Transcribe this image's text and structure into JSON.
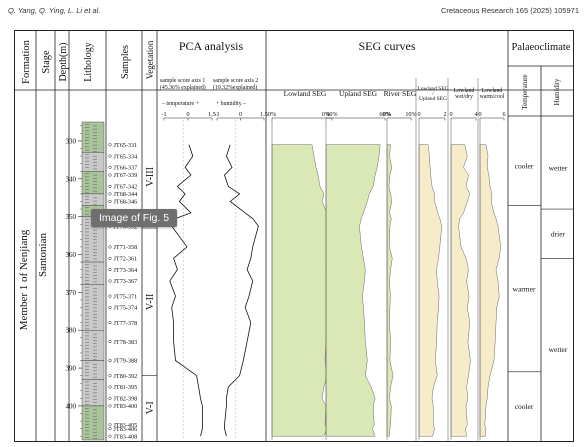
{
  "header": {
    "authors": "Q. Yang, Q. Ying, L. Li et al.",
    "journal": "Cretaceous Research 165 (2025) 105971"
  },
  "tooltip": "Image of Fig. 5",
  "columns": {
    "formation": "Formation",
    "stage": "Stage",
    "depth": "Depth(m)",
    "lithology": "Lithology",
    "samples": "Samples",
    "vegetation": "Vegetation",
    "pca": "PCA analysis",
    "seg": "SEG curves",
    "palaeo": "Palaeoclimate"
  },
  "formation_value": "Member 1 of Nenjiang",
  "stage_value": "Santonian",
  "pca_axes": {
    "axis1_line1": "sample score axis 1",
    "axis1_line2": "(45.36% explained)",
    "axis2_line1": "sample score axis 2",
    "axis2_line2": "(19.32%explained)",
    "axis1_hint": "– temperature +",
    "axis2_hint": "+ humidity –",
    "axis1_ticks": [
      "-1",
      "0",
      "1.5"
    ],
    "axis2_ticks": [
      "-1",
      "0",
      "1.5"
    ]
  },
  "seg_headers": {
    "lowland": "Lowland SEG",
    "upland": "Upland SEG",
    "river": "River SEG",
    "ratio_line1": "Lowland SEG",
    "ratio_line2": "/",
    "ratio_line3": "Upland SEG",
    "wetdry_line1": "Lowland",
    "wetdry_line2": "wet/dry",
    "warmcool_line1": "Lowland",
    "warmcool_line2": "warm/cool"
  },
  "seg_ticks": {
    "lowland": [
      "0%",
      "60%"
    ],
    "upland": [
      "0%",
      "60%"
    ],
    "river": [
      "0%",
      "10%"
    ],
    "ratio": [
      "0",
      "2"
    ],
    "wetdry": [
      "0",
      "4"
    ],
    "warmcool": [
      "0",
      "6"
    ]
  },
  "palaeo_headers": {
    "temperature": "Temperature",
    "humidity": "Humidity"
  },
  "temperature_zones": [
    {
      "label": "cooler",
      "from": 326,
      "to": 347
    },
    {
      "label": "warmer",
      "from": 347,
      "to": 391
    },
    {
      "label": "cooler",
      "from": 391,
      "to": 409
    }
  ],
  "humidity_zones": [
    {
      "label": "wetter",
      "from": 326,
      "to": 348
    },
    {
      "label": "drier",
      "from": 348,
      "to": 361
    },
    {
      "label": "wetter",
      "from": 361,
      "to": 409
    }
  ],
  "vegetation_zones": [
    {
      "label": "V-III",
      "from": 326,
      "to": 353
    },
    {
      "label": "V-II",
      "from": 353,
      "to": 392
    },
    {
      "label": "V-I",
      "from": 392,
      "to": 409
    }
  ],
  "depth_ticks": [
    330,
    340,
    350,
    360,
    370,
    380,
    390,
    400
  ],
  "samples": [
    {
      "name": "JT65-331",
      "depth": 331
    },
    {
      "name": "JT65-334",
      "depth": 334
    },
    {
      "name": "JT66-337",
      "depth": 337
    },
    {
      "name": "JT67-339",
      "depth": 339
    },
    {
      "name": "JT67-342",
      "depth": 342
    },
    {
      "name": "JT68-344",
      "depth": 344
    },
    {
      "name": "JT68-346",
      "depth": 346
    },
    {
      "name": "JT69-349",
      "depth": 349
    },
    {
      "name": "JT69-350",
      "depth": 350.5
    },
    {
      "name": "JT70-352",
      "depth": 352.5
    },
    {
      "name": "JT71-358",
      "depth": 358
    },
    {
      "name": "JT72-361",
      "depth": 361
    },
    {
      "name": "JT73-364",
      "depth": 364
    },
    {
      "name": "JT73-367",
      "depth": 367
    },
    {
      "name": "JT75-371",
      "depth": 371
    },
    {
      "name": "JT75-374",
      "depth": 374
    },
    {
      "name": "JT77-378",
      "depth": 378
    },
    {
      "name": "JT78-383",
      "depth": 383
    },
    {
      "name": "JT79-388",
      "depth": 388
    },
    {
      "name": "JT80-392",
      "depth": 392
    },
    {
      "name": "JT81-395",
      "depth": 395
    },
    {
      "name": "JT82-398",
      "depth": 398
    },
    {
      "name": "JT83-400",
      "depth": 400
    },
    {
      "name": "JT83-405",
      "depth": 405
    },
    {
      "name": "JT83-406",
      "depth": 406
    },
    {
      "name": "JT83-408",
      "depth": 408
    }
  ],
  "colors": {
    "seg_fill": "#d9e8b5",
    "ratio_fill": "#f7ecc9",
    "litho_sand": "#c9c9c9",
    "litho_green": "#a9c49a"
  },
  "chart_data": [
    {
      "type": "line",
      "name": "PCA axis 1",
      "xlim": [
        -1,
        1.5
      ],
      "depth": [
        331,
        334,
        337,
        339,
        342,
        344,
        346,
        349,
        350.5,
        352.5,
        358,
        361,
        364,
        367,
        371,
        374,
        378,
        383,
        388,
        392,
        395,
        398,
        400,
        405,
        406,
        408
      ],
      "values": [
        0.3,
        0.5,
        0.1,
        0.4,
        -0.3,
        0.1,
        -0.2,
        0.4,
        -0.4,
        -0.6,
        0.2,
        -0.5,
        -0.3,
        -0.7,
        -0.4,
        -0.6,
        -0.5,
        -0.5,
        -0.4,
        0.7,
        0.8,
        0.9,
        1.0,
        1.0,
        1.0,
        0.9
      ]
    },
    {
      "type": "line",
      "name": "PCA axis 2",
      "xlim": [
        -1,
        1.5
      ],
      "depth": [
        331,
        334,
        337,
        339,
        342,
        344,
        346,
        349,
        350.5,
        352.5,
        358,
        361,
        364,
        367,
        371,
        374,
        378,
        383,
        388,
        392,
        395,
        398,
        400,
        405,
        406,
        408
      ],
      "values": [
        -0.3,
        -0.5,
        -0.2,
        -0.6,
        -0.4,
        0.2,
        -0.3,
        0.5,
        0.9,
        1.2,
        0.9,
        0.8,
        0.6,
        0.9,
        0.7,
        0.5,
        0.8,
        0.6,
        0.4,
        0.2,
        -0.4,
        -0.5,
        -0.5,
        -0.6,
        -0.6,
        -0.5
      ]
    },
    {
      "type": "area",
      "name": "Lowland SEG",
      "xlim": [
        0,
        60
      ],
      "depth": [
        331,
        334,
        337,
        339,
        342,
        344,
        346,
        349,
        350.5,
        352.5,
        358,
        361,
        364,
        367,
        371,
        374,
        378,
        383,
        388,
        392,
        395,
        398,
        400,
        405,
        406,
        408
      ],
      "values": [
        40,
        42,
        44,
        46,
        48,
        52,
        50,
        55,
        58,
        60,
        58,
        56,
        54,
        55,
        57,
        56,
        55,
        54,
        53,
        55,
        52,
        50,
        54,
        53,
        55,
        52
      ]
    },
    {
      "type": "area",
      "name": "Upland SEG",
      "xlim": [
        0,
        60
      ],
      "depth": [
        331,
        334,
        337,
        339,
        342,
        344,
        346,
        349,
        350.5,
        352.5,
        358,
        361,
        364,
        367,
        371,
        374,
        378,
        383,
        388,
        392,
        395,
        398,
        400,
        405,
        406,
        408
      ],
      "values": [
        55,
        54,
        52,
        50,
        48,
        44,
        42,
        38,
        36,
        34,
        36,
        38,
        40,
        39,
        37,
        38,
        39,
        40,
        42,
        40,
        46,
        50,
        48,
        49,
        47,
        50
      ]
    },
    {
      "type": "area",
      "name": "River SEG",
      "xlim": [
        0,
        10
      ],
      "depth": [
        331,
        334,
        337,
        339,
        342,
        344,
        346,
        349,
        350.5,
        352.5,
        358,
        361,
        364,
        367,
        371,
        374,
        378,
        383,
        388,
        392,
        395,
        398,
        400,
        405,
        406,
        408
      ],
      "values": [
        1.5,
        1.0,
        2.0,
        1.2,
        0.8,
        1.5,
        2.0,
        1.0,
        1.8,
        1.2,
        1.0,
        2.2,
        1.5,
        1.0,
        1.4,
        1.2,
        1.0,
        1.5,
        1.2,
        2.5,
        1.5,
        1.0,
        1.8,
        1.5,
        1.2,
        1.0
      ]
    },
    {
      "type": "area",
      "name": "Lowland SEG / Upland SEG",
      "xlim": [
        0,
        2
      ],
      "depth": [
        331,
        334,
        337,
        339,
        342,
        344,
        346,
        349,
        350.5,
        352.5,
        358,
        361,
        364,
        367,
        371,
        374,
        378,
        383,
        388,
        392,
        395,
        398,
        400,
        405,
        406,
        408
      ],
      "values": [
        0.7,
        0.8,
        0.85,
        0.9,
        1.0,
        1.2,
        1.2,
        1.45,
        1.6,
        1.75,
        1.6,
        1.5,
        1.35,
        1.4,
        1.55,
        1.5,
        1.4,
        1.35,
        1.25,
        1.4,
        1.1,
        1.0,
        1.1,
        1.1,
        1.2,
        1.05
      ]
    },
    {
      "type": "area",
      "name": "Lowland wet/dry",
      "xlim": [
        0,
        4
      ],
      "depth": [
        331,
        334,
        337,
        339,
        342,
        344,
        346,
        349,
        350.5,
        352.5,
        358,
        361,
        364,
        367,
        371,
        374,
        378,
        383,
        388,
        392,
        395,
        398,
        400,
        405,
        406,
        408
      ],
      "values": [
        2.2,
        2.6,
        2.0,
        2.8,
        2.4,
        3.0,
        2.6,
        2.0,
        1.4,
        1.2,
        1.6,
        2.4,
        2.8,
        2.5,
        2.9,
        2.6,
        3.0,
        2.7,
        3.1,
        2.8,
        2.5,
        2.7,
        2.4,
        2.6,
        2.3,
        2.5
      ]
    },
    {
      "type": "area",
      "name": "Lowland warm/cool",
      "xlim": [
        0,
        6
      ],
      "depth": [
        331,
        334,
        337,
        339,
        342,
        344,
        346,
        349,
        350.5,
        352.5,
        358,
        361,
        364,
        367,
        371,
        374,
        378,
        383,
        388,
        392,
        395,
        398,
        400,
        405,
        406,
        408
      ],
      "values": [
        1.5,
        2.0,
        1.8,
        2.2,
        2.5,
        3.0,
        2.8,
        3.5,
        4.0,
        4.5,
        5.2,
        4.8,
        4.0,
        4.5,
        4.8,
        4.2,
        4.0,
        3.8,
        3.5,
        2.5,
        2.0,
        1.8,
        1.5,
        1.2,
        1.5,
        1.3
      ]
    }
  ]
}
